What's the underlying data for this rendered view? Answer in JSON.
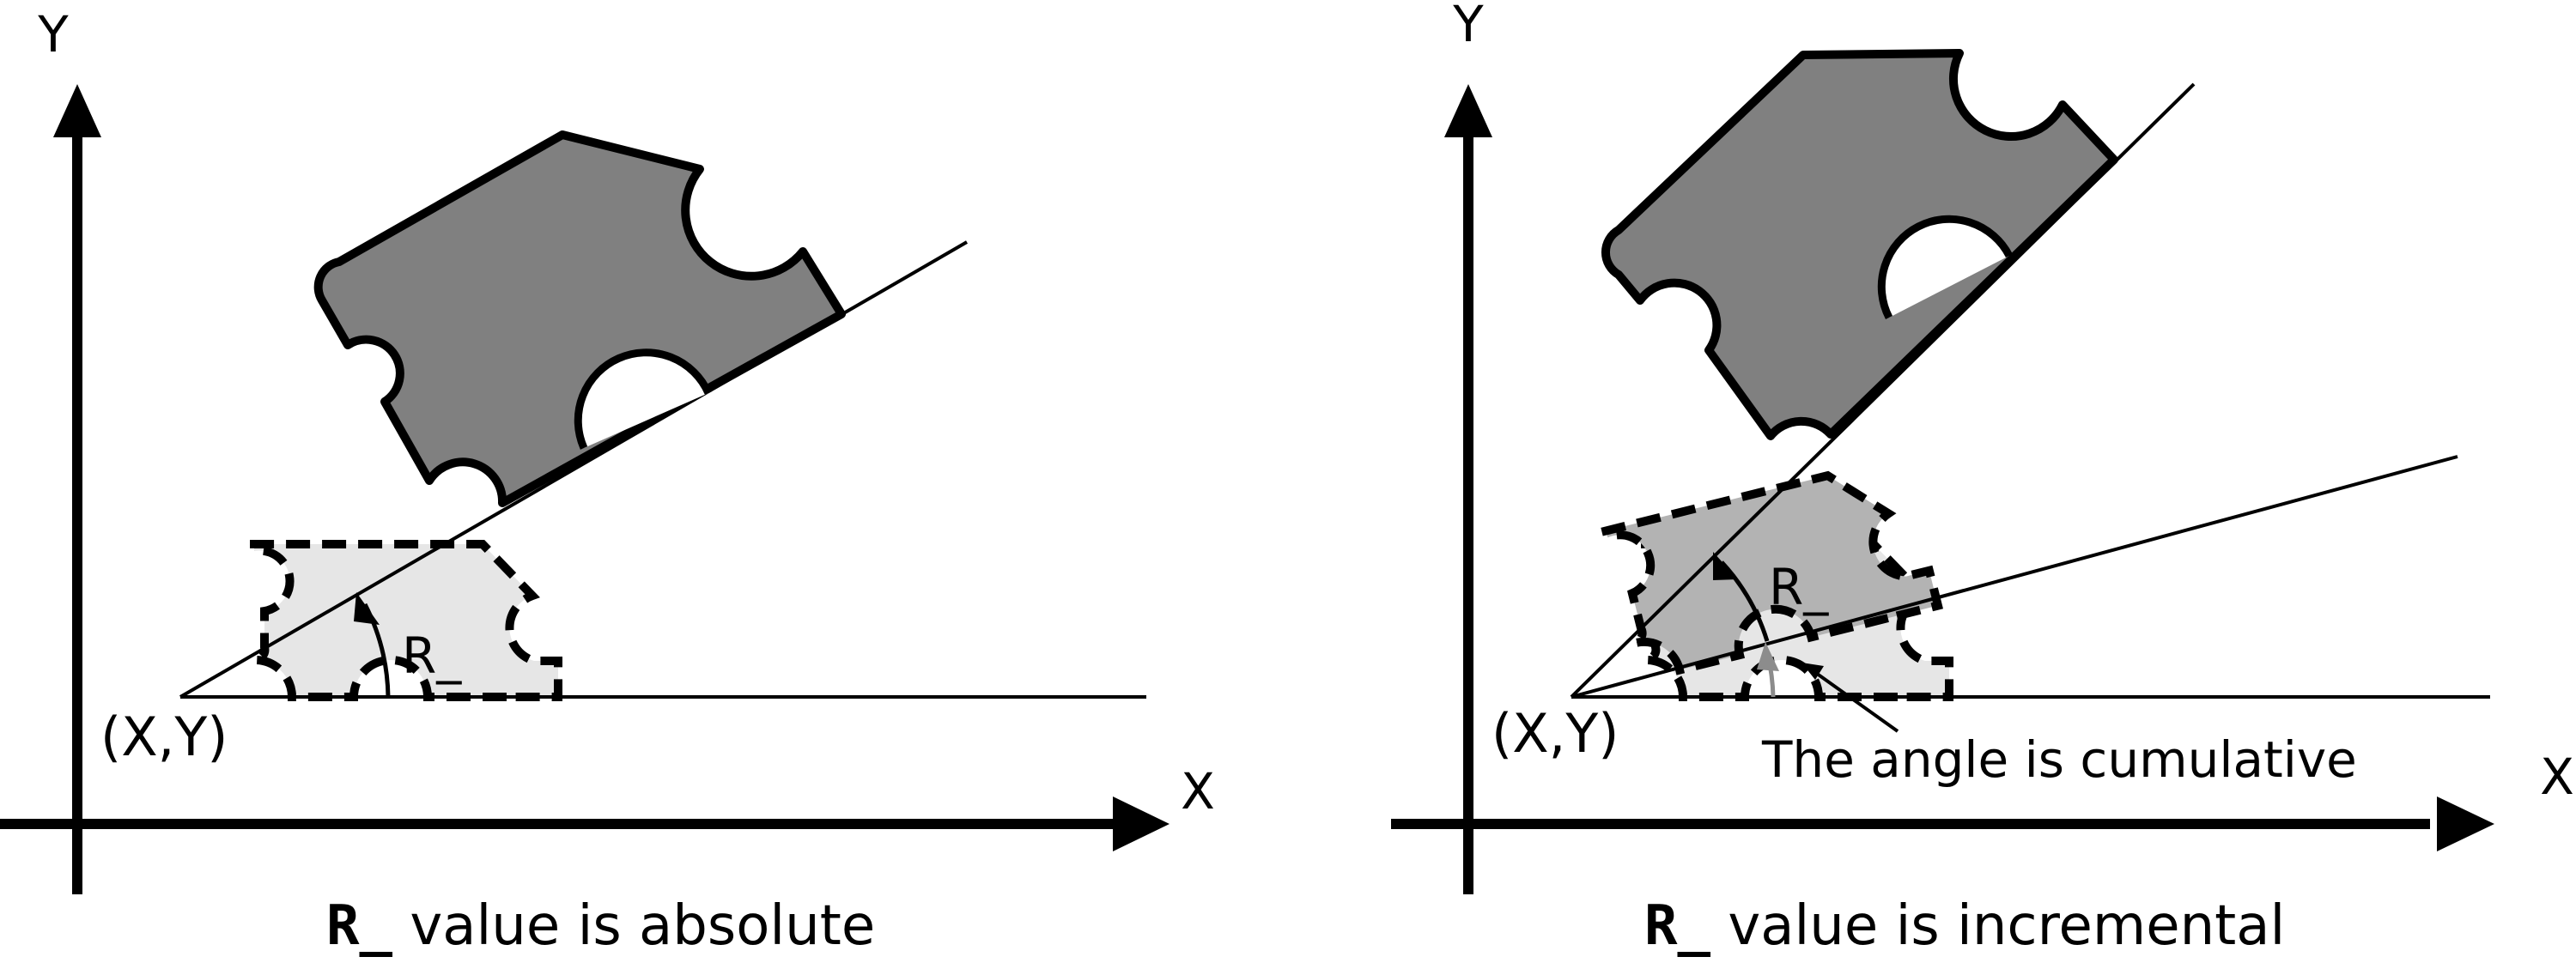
{
  "colors": {
    "ink": "#000000",
    "part_dark": "#808080",
    "part_mid": "#b3b3b3",
    "part_light": "#e6e6e6",
    "cumulative_arrow": "#8c8c8c"
  },
  "left_panel": {
    "axis_y_label": "Y",
    "axis_x_label": "X",
    "origin_label": "(X,Y)",
    "angle_label": "R_",
    "caption_code": "R_",
    "caption_text": " value is absolute"
  },
  "right_panel": {
    "axis_y_label": "Y",
    "axis_x_label": "X",
    "origin_label": "(X,Y)",
    "angle_label": "R_",
    "annotation": "The angle is cumulative",
    "caption_code": "R_",
    "caption_text": " value is incremental"
  }
}
